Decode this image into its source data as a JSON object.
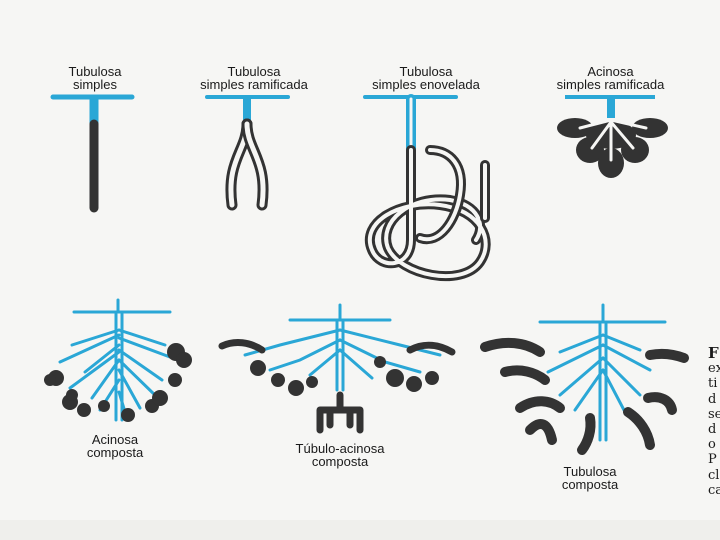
{
  "colors": {
    "duct": "#2aa7d6",
    "secretory": "#333333",
    "background": "#f6f6f4",
    "text": "#1a1a1a"
  },
  "labels": {
    "tubular_simple": [
      "Tubulosa",
      "simples"
    ],
    "tubular_branched": [
      "Tubulosa",
      "simples ramificada"
    ],
    "tubular_coiled": [
      "Tubulosa",
      "simples enovelada"
    ],
    "acinar_branched": [
      "Acinosa",
      "simples ramificada"
    ],
    "acinar_compound": [
      "Acinosa",
      "composta"
    ],
    "tubuloacinar_compound": [
      "Túbulo-acinosa",
      "composta"
    ],
    "tubular_compound": [
      "Tubulosa",
      "composta"
    ]
  },
  "side_caption_fragment": [
    "F",
    "ex",
    "ti",
    "d",
    "se",
    "d",
    "o",
    "P",
    "cl",
    "ca"
  ]
}
